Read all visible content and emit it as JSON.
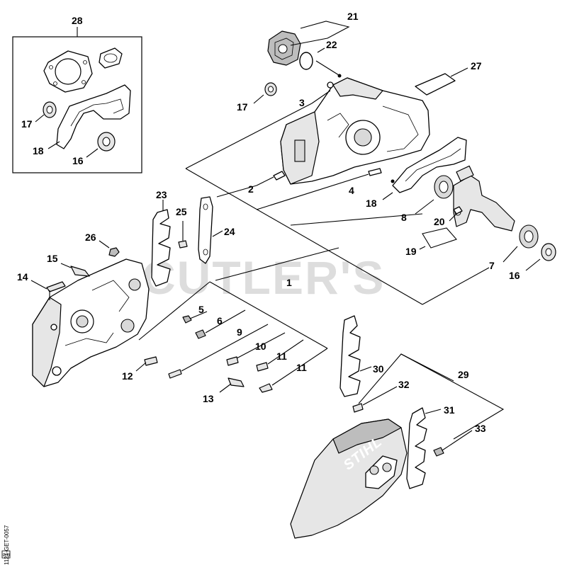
{
  "watermark": "CUTLER'S",
  "code_text": "1121-GET-0057",
  "code_mark": "P/U",
  "cover_brand": "STIHL",
  "callouts": {
    "c1": "1",
    "c2": "2",
    "c3": "3",
    "c4": "4",
    "c5": "5",
    "c6": "6",
    "c7": "7",
    "c8": "8",
    "c9": "9",
    "c10": "10",
    "c11a": "11",
    "c11b": "11",
    "c12": "12",
    "c13": "13",
    "c14": "14",
    "c15": "15",
    "c16a": "16",
    "c16b": "16",
    "c17a": "17",
    "c17b": "17",
    "c18a": "18",
    "c18b": "18",
    "c19": "19",
    "c20": "20",
    "c21": "21",
    "c22": "22",
    "c23": "23",
    "c24": "24",
    "c25": "25",
    "c26": "26",
    "c27": "27",
    "c28": "28",
    "c29": "29",
    "c30": "30",
    "c31": "31",
    "c32": "32",
    "c33": "33"
  }
}
